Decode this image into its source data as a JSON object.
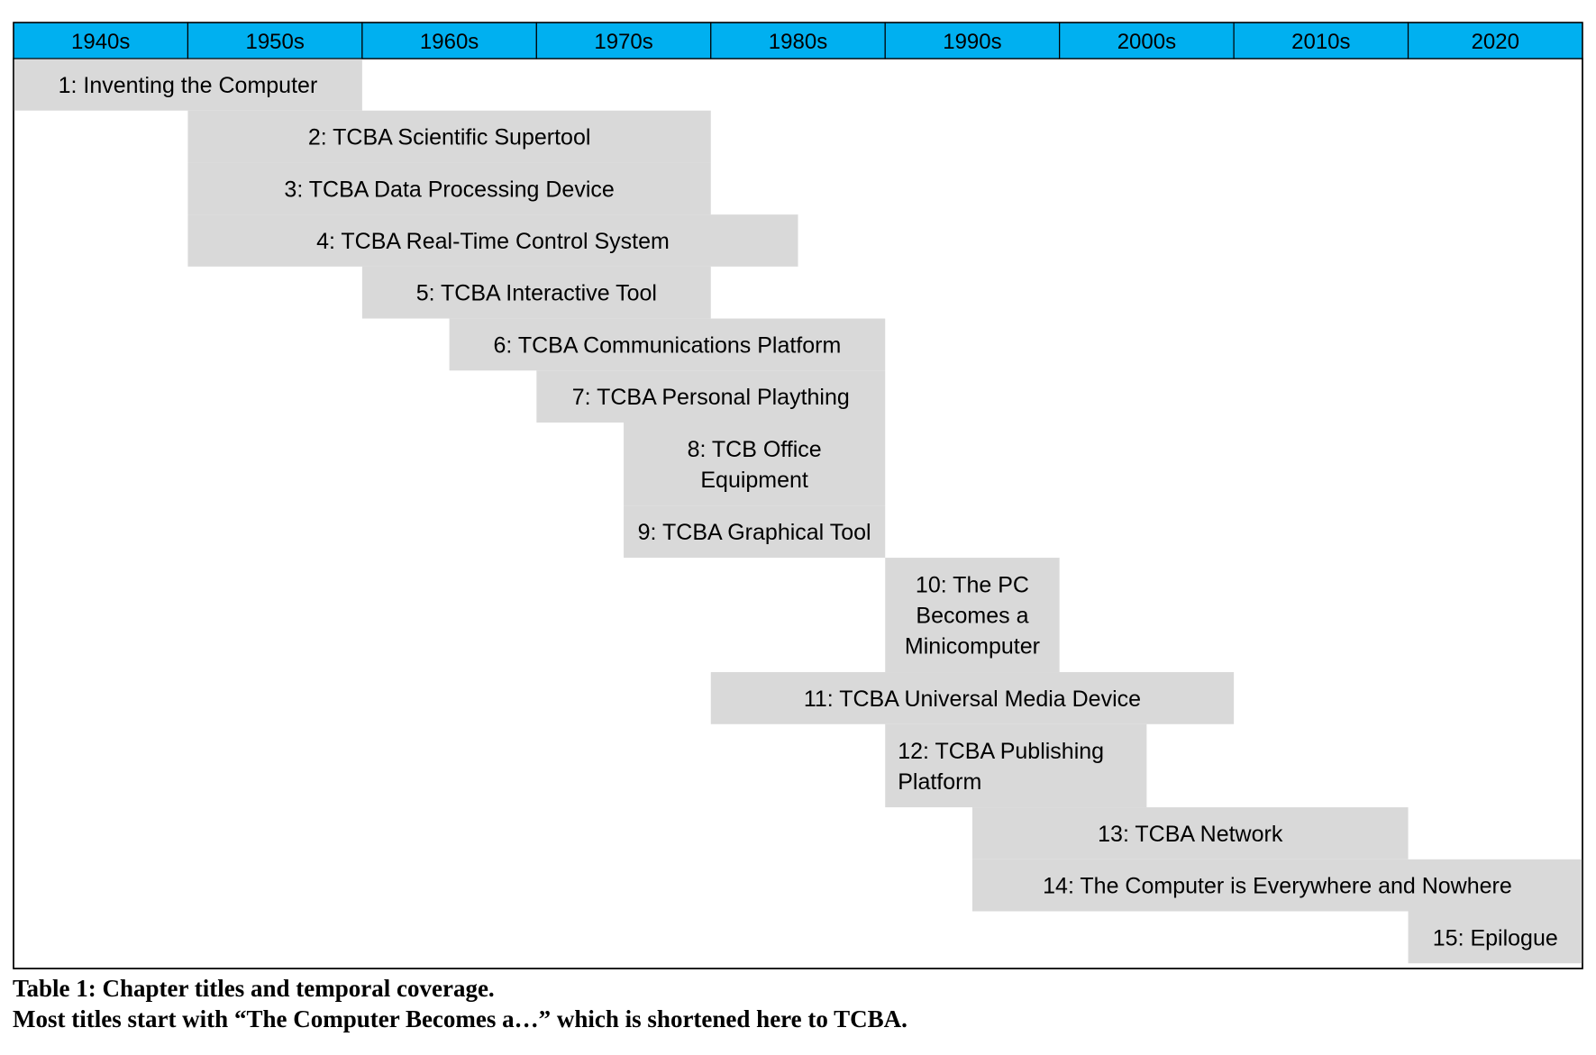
{
  "decades": [
    "1940s",
    "1950s",
    "1960s",
    "1970s",
    "1980s",
    "1990s",
    "2000s",
    "2010s",
    "2020"
  ],
  "colors": {
    "header": "#00b0f0",
    "bar": "#d9d9d9",
    "border": "#000000"
  },
  "chapters": [
    {
      "title": [
        "1: Inventing the Computer"
      ],
      "start": 0.0,
      "end": 2.0
    },
    {
      "title": [
        "2: TCBA Scientific Supertool"
      ],
      "start": 1.0,
      "end": 4.0
    },
    {
      "title": [
        "3: TCBA Data Processing Device"
      ],
      "start": 1.0,
      "end": 4.0
    },
    {
      "title": [
        "4: TCBA Real-Time Control System"
      ],
      "start": 1.0,
      "end": 4.5
    },
    {
      "title": [
        "5: TCBA Interactive Tool"
      ],
      "start": 2.0,
      "end": 4.0
    },
    {
      "title": [
        "6: TCBA Communications Platform"
      ],
      "start": 2.5,
      "end": 5.0
    },
    {
      "title": [
        "7: TCBA Personal Plaything"
      ],
      "start": 3.0,
      "end": 5.0
    },
    {
      "title": [
        "8: TCB Office",
        "Equipment"
      ],
      "start": 3.5,
      "end": 5.0
    },
    {
      "title": [
        "9: TCBA Graphical Tool"
      ],
      "start": 3.5,
      "end": 5.0
    },
    {
      "title": [
        "10: The PC",
        "Becomes a",
        "Minicomputer"
      ],
      "start": 5.0,
      "end": 6.0
    },
    {
      "title": [
        "11: TCBA Universal Media Device"
      ],
      "start": 4.0,
      "end": 7.0
    },
    {
      "title": [
        "12: TCBA Publishing",
        "Platform"
      ],
      "start": 5.0,
      "end": 6.5,
      "align": "left"
    },
    {
      "title": [
        "13: TCBA Network"
      ],
      "start": 5.5,
      "end": 8.0
    },
    {
      "title": [
        "14: The Computer is Everywhere and Nowhere"
      ],
      "start": 5.5,
      "end": 9.0
    },
    {
      "title": [
        "15: Epilogue"
      ],
      "start": 8.0,
      "end": 9.0
    }
  ],
  "caption": {
    "line1": "Table 1: Chapter titles and temporal coverage.",
    "line2": "Most titles start with “The Computer Becomes a…” which is shortened here to TCBA."
  }
}
